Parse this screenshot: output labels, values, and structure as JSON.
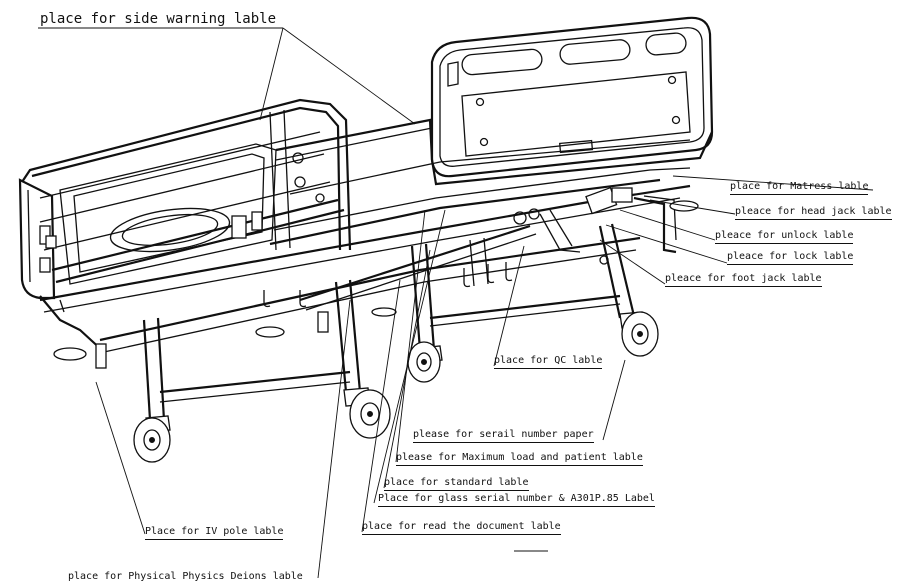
{
  "diagram": {
    "title": "place for side warning lable",
    "labels": {
      "matress": "place for Matress lable",
      "head_jack": "pleace for head jack lable",
      "unlock": "pleace for unlock lable",
      "lock": "pleace for lock lable",
      "foot_jack": "pleace for foot jack lable",
      "qc": "place for QC lable",
      "serial_paper": "please for serail number paper",
      "max_load": "please for Maximum load and patient  lable",
      "standard": "place for standard lable",
      "glass_serial": "Place for glass serial number & A301P.85 Label",
      "read_doc": "place for read the document lable",
      "iv_pole": "Place for IV pole  lable",
      "physics": "place for Physical Physics Deions lable"
    }
  }
}
